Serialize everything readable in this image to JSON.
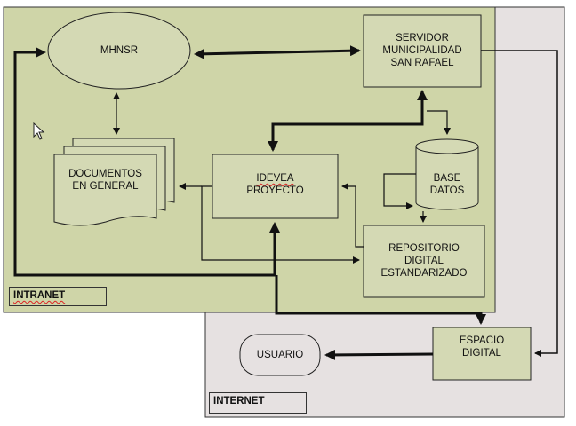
{
  "zones": {
    "intranet": "INTRANET",
    "internet": "INTERNET"
  },
  "nodes": {
    "mhnsr": "MHNSR",
    "servidor": [
      "SERVIDOR",
      "MUNICIPALIDAD",
      "SAN RAFAEL"
    ],
    "documentos": [
      "DOCUMENTOS",
      "EN GENERAL"
    ],
    "idevea": [
      "IDEVEA",
      "PROYECTO"
    ],
    "base_datos": [
      "BASE",
      "DATOS"
    ],
    "repositorio": [
      "REPOSITORIO",
      "DIGITAL",
      "ESTANDARIZADO"
    ],
    "espacio": [
      "ESPACIO",
      "DIGITAL"
    ],
    "usuario": "USUARIO"
  },
  "colors": {
    "intranet_fill": "#cfd5a8",
    "internet_fill": "#e6e1e1",
    "node_fill": "#d4d9b4",
    "stroke": "#222222"
  }
}
